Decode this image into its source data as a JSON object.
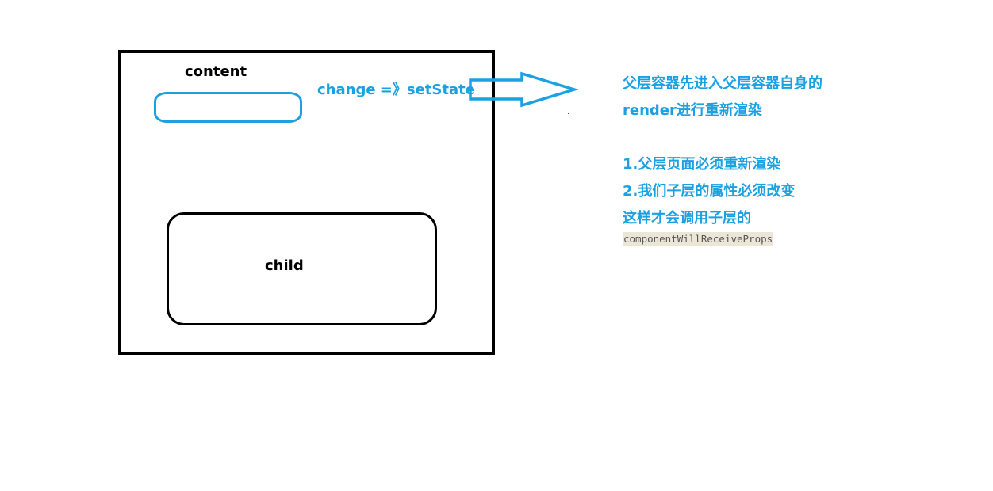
{
  "diagram": {
    "parent_label": "content",
    "child_label": "child",
    "change_label": "change =》setState"
  },
  "notes": {
    "line1": "父层容器先进入父层容器自身的",
    "line2": "render进行重新渲染",
    "line3": "1.父层页面必须重新渲染",
    "line4": "2.我们子层的属性必须改变",
    "line5": "这样才会调用子层的",
    "code": "componentWillReceiveProps"
  },
  "colors": {
    "accent": "#1ba0e2",
    "outline": "#000000",
    "code_background": "#ebe6d6"
  }
}
